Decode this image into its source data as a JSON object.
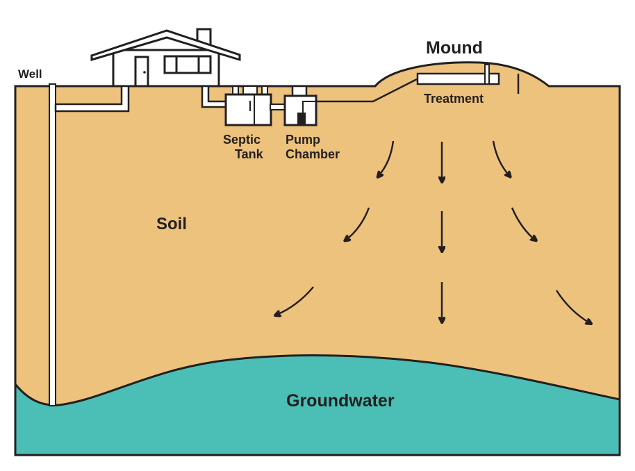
{
  "diagram": {
    "title": "Mound septic system cross-section",
    "labels": {
      "well": "Well",
      "septic_line1": "Septic",
      "septic_line2": "Tank",
      "pump_line1": "Pump",
      "pump_line2": "Chamber",
      "mound": "Mound",
      "treatment": "Treatment",
      "soil": "Soil",
      "groundwater": "Groundwater"
    },
    "colors": {
      "soil": "#edc27c",
      "groundwater": "#4bbfb5",
      "outline": "#231f20",
      "pipe": "#ffffff"
    },
    "flow_arrows": {
      "count": 9,
      "direction": "downward-spreading"
    }
  }
}
